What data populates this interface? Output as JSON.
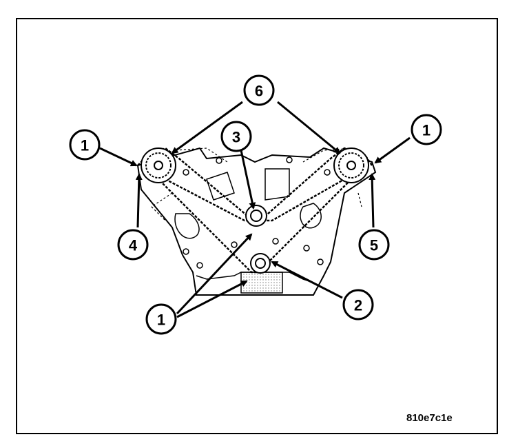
{
  "figure_id": "810e7c1e",
  "callouts": [
    {
      "label": "1"
    },
    {
      "label": "1"
    },
    {
      "label": "1"
    },
    {
      "label": "2"
    },
    {
      "label": "3"
    },
    {
      "label": "4"
    },
    {
      "label": "5"
    },
    {
      "label": "6"
    }
  ],
  "colors": {
    "line": "#000000",
    "background": "#ffffff"
  }
}
